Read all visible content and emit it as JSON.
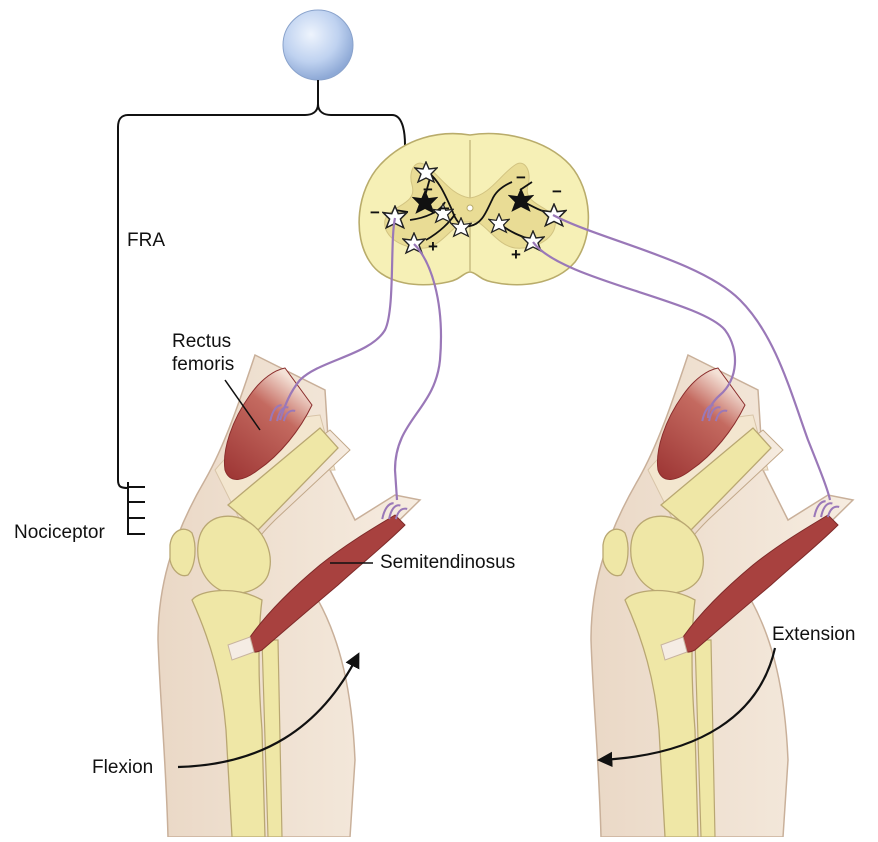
{
  "labels": {
    "fra": "FRA",
    "rectus_line1": "Rectus",
    "rectus_line2": "femoris",
    "nociceptor": "Nociceptor",
    "semitendinosus": "Semitendinosus",
    "flexion": "Flexion",
    "extension": "Extension"
  },
  "signs": {
    "left_inhibit": "−",
    "left_excite": "+",
    "right_inhibit": "−",
    "right_excite": "+"
  },
  "colors": {
    "cord": "#f6f0b6",
    "gray_matter": "#e9dc95",
    "nerve": "#9a78b8",
    "muscle": "#a8413f",
    "bone": "#efe7a6",
    "skin": "#f1e4cf",
    "cell_body": "#c6d8f2"
  }
}
